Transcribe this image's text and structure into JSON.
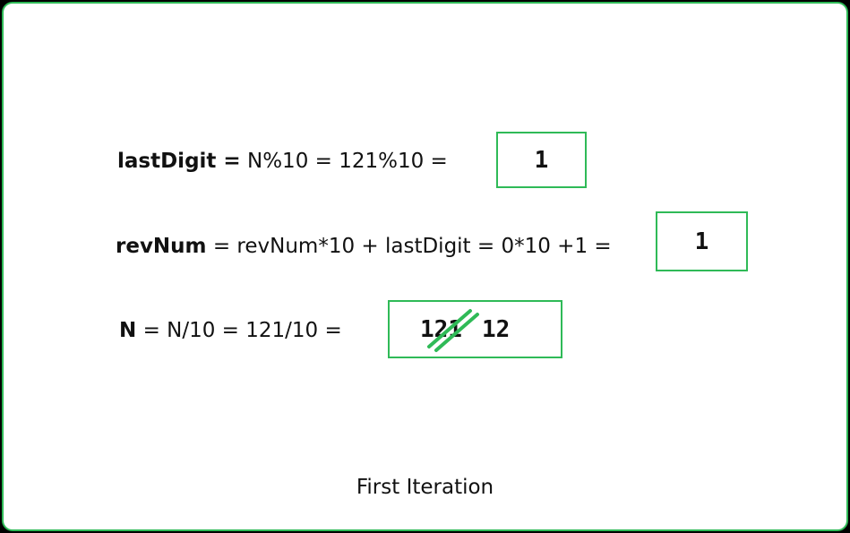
{
  "row1": {
    "label": "lastDigit =",
    "expression": "N%10 = 121%10 =",
    "result": "1"
  },
  "row2": {
    "label": "revNum",
    "expression": "= revNum*10 + lastDigit = 0*10 +1 =",
    "result": "1"
  },
  "row3": {
    "label": "N",
    "expression": "= N/10 = 121/10 =",
    "old_value": "121",
    "new_value": "12"
  },
  "caption": "First Iteration",
  "colors": {
    "accent": "#2fba57",
    "text": "#111111",
    "background": "#ffffff",
    "outer": "#000000"
  }
}
